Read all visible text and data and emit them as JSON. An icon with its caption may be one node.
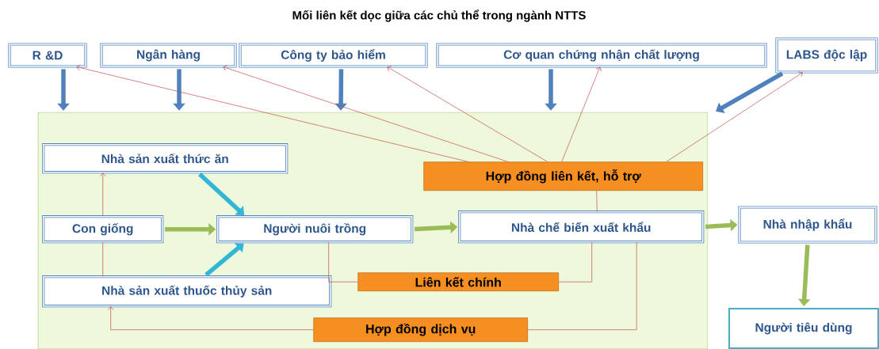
{
  "diagram": {
    "title": "Mối liên kết dọc giữa các chủ thể trong ngành NTTS",
    "nodes": [
      {
        "text": [
          "R &D"
        ]
      },
      {
        "text": [
          "Ngân hàng"
        ]
      },
      {
        "text": [
          "Công ty bảo hiểm"
        ]
      },
      {
        "text": [
          "Cơ quan chứng nhận chất lượng"
        ]
      },
      {
        "text": [
          "LABS độc lập"
        ]
      },
      {
        "text": [],
        "shape": "box"
      },
      {
        "text": [
          "Nhà sản xuất thức ăn"
        ],
        "in": 5
      },
      {
        "text": [
          "Hợp đồng liên kết, hỗ trợ"
        ],
        "in": 5
      },
      {
        "text": [
          "Con giống"
        ],
        "in": 5
      },
      {
        "text": [
          "Người nuôi trồng"
        ],
        "in": 5
      },
      {
        "text": [
          "Nhà chế biến xuất khẩu"
        ],
        "in": 5
      },
      {
        "text": [
          "Nhà nhập khẩu"
        ]
      },
      {
        "text": [
          "Nhà sản xuất thuốc thủy sản"
        ],
        "in": 5
      },
      {
        "text": [
          "Liên kết chính"
        ],
        "in": 5
      },
      {
        "text": [
          "Hợp đồng dịch vụ"
        ],
        "in": 5
      },
      {
        "text": [
          "Người tiêu dùng"
        ]
      }
    ],
    "edges": [
      {
        "from": 0,
        "to": 5,
        "arrow": "to",
        "style": "thick",
        "color": "#4f81bd"
      },
      {
        "from": 1,
        "to": 5,
        "arrow": "to",
        "style": "thick",
        "color": "#4f81bd"
      },
      {
        "from": 2,
        "to": 5,
        "arrow": "to",
        "style": "thick",
        "color": "#4f81bd"
      },
      {
        "from": 3,
        "to": 5,
        "arrow": "to",
        "style": "thick",
        "color": "#4f81bd"
      },
      {
        "from": 4,
        "to": 5,
        "arrow": "to",
        "style": "thick",
        "color": "#4f81bd"
      },
      {
        "from": 7,
        "to": 0,
        "arrow": "to"
      },
      {
        "from": 7,
        "to": 1,
        "arrow": "to"
      },
      {
        "from": 7,
        "to": 2,
        "arrow": "to"
      },
      {
        "from": 7,
        "to": 3,
        "arrow": "to"
      },
      {
        "from": 7,
        "to": 4,
        "arrow": "to"
      },
      {
        "from": 7,
        "to": 10,
        "arrow": "none"
      },
      {
        "from": 6,
        "to": 9,
        "arrow": "to",
        "style": "thick",
        "color": "#31b6d6"
      },
      {
        "from": 12,
        "to": 9,
        "arrow": "to",
        "style": "thick",
        "color": "#31b6d6"
      },
      {
        "from": 8,
        "to": 9,
        "arrow": "to",
        "style": "thick",
        "color": "#9bbb59"
      },
      {
        "from": 9,
        "to": 10,
        "arrow": "to",
        "style": "thick",
        "color": "#9bbb59"
      },
      {
        "from": 10,
        "to": 11,
        "arrow": "to",
        "style": "thick",
        "color": "#9bbb59"
      },
      {
        "from": 11,
        "to": 15,
        "arrow": "to",
        "style": "thick",
        "color": "#9bbb59"
      },
      {
        "from": 8,
        "to": 6,
        "arrow": "to"
      },
      {
        "from": 12,
        "to": 8,
        "arrow": "none"
      },
      {
        "from": 13,
        "to": 9,
        "arrow": "none"
      },
      {
        "from": 13,
        "to": 10,
        "arrow": "none"
      },
      {
        "from": 14,
        "to": 12,
        "arrow": "to"
      },
      {
        "from": 14,
        "to": 10,
        "arrow": "none"
      }
    ]
  }
}
